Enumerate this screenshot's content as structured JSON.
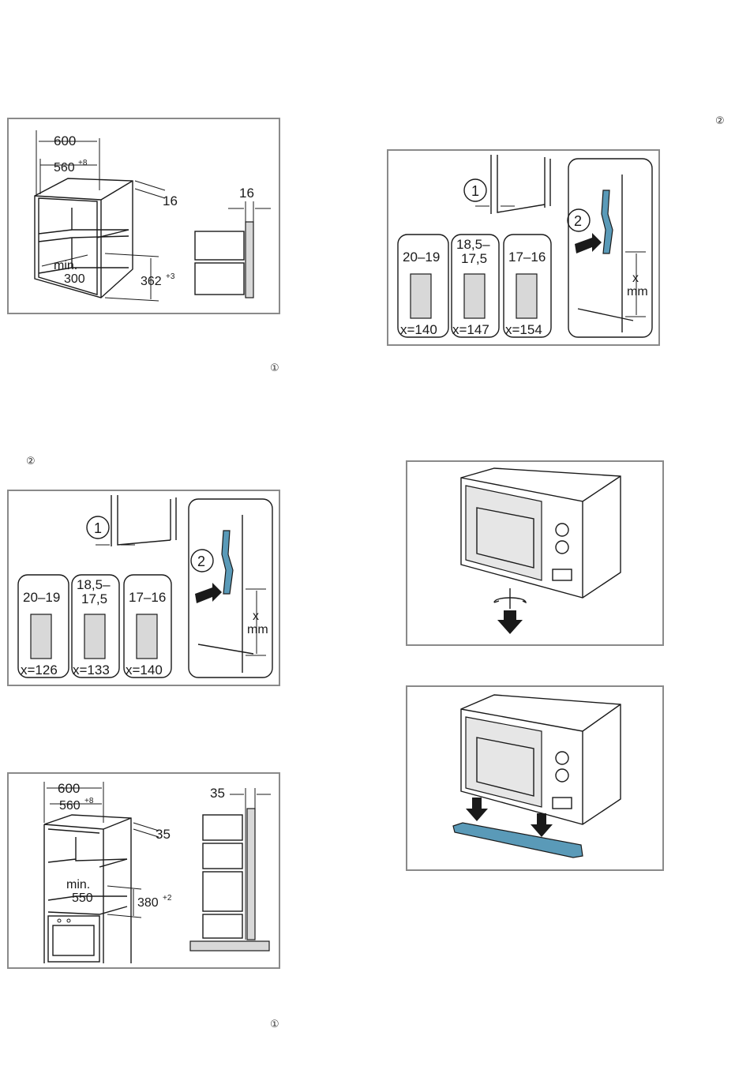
{
  "markers": {
    "top_right": "②",
    "fig1_note": "①",
    "fig3_note": "②",
    "bottom_note": "①"
  },
  "fig_a": {
    "dim_width": "600",
    "dim_inner": "560",
    "dim_inner_tol": "+8",
    "dim_thick": "16",
    "dim_depth_min": "min.",
    "dim_depth_val": "300",
    "dim_height": "362",
    "dim_height_tol": "+3",
    "side_dim": "16"
  },
  "fig_b": {
    "callout_1": "1",
    "callout_2": "2",
    "panels": [
      {
        "range_top": "20–19",
        "range_bottom": "",
        "x": "x=140"
      },
      {
        "range_top": "18,5–",
        "range_bottom": "17,5",
        "x": "x=147"
      },
      {
        "range_top": "17–16",
        "range_bottom": "",
        "x": "x=154"
      }
    ],
    "x_label": "x",
    "x_unit": "mm"
  },
  "fig_c": {
    "callout_1": "1",
    "callout_2": "2",
    "panels": [
      {
        "range_top": "20–19",
        "range_bottom": "",
        "x": "x=126"
      },
      {
        "range_top": "18,5–",
        "range_bottom": "17,5",
        "x": "x=133"
      },
      {
        "range_top": "17–16",
        "range_bottom": "",
        "x": "x=140"
      }
    ],
    "x_label": "x",
    "x_unit": "mm"
  },
  "fig_d": {
    "dim_width": "600",
    "dim_inner": "560",
    "dim_inner_tol": "+8",
    "dim_thick": "35",
    "dim_depth_min": "min.",
    "dim_depth_val": "550",
    "dim_height": "380",
    "dim_height_tol": "+2",
    "side_dim": "35"
  }
}
